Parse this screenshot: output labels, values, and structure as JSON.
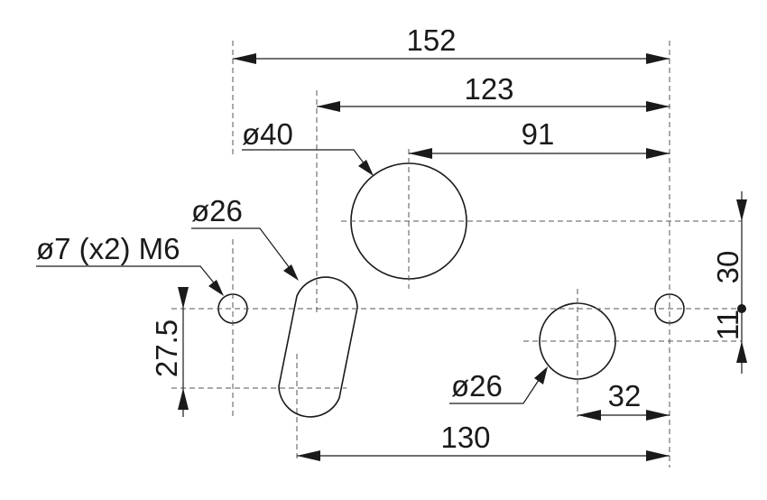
{
  "dimensions": {
    "overall_width": "152",
    "width_123": "123",
    "width_91": "91",
    "bottom_130": "130",
    "bottom_32": "32",
    "vertical_27_5": "27.5",
    "vertical_30": "30",
    "vertical_11": "11"
  },
  "callouts": {
    "large_hole": "ø40",
    "slot": "ø26",
    "small_holes": "ø7 (x2) M6",
    "right_hole": "ø26"
  }
}
